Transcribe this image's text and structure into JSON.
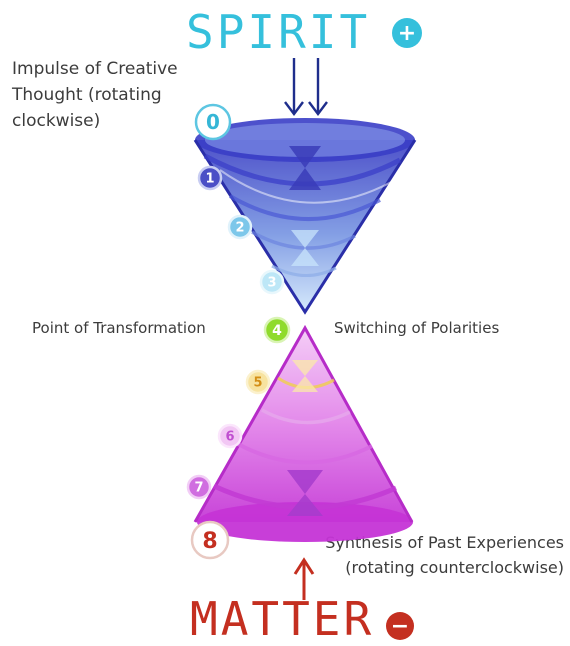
{
  "top": {
    "word": "SPIRIT",
    "sign": "+"
  },
  "bottom": {
    "word": "MATTER",
    "sign": "−"
  },
  "labels": {
    "impulse": "Impulse of Creative Thought (rotating clockwise)",
    "point": "Point of Transformation",
    "switching": "Switching of Polarities",
    "synthesis": "Synthesis of Past Experiences (rotating counterclockwise)"
  },
  "stages": [
    "0",
    "1",
    "2",
    "3",
    "4",
    "5",
    "6",
    "7",
    "8"
  ],
  "colors": {
    "spirit_text": "#35c0dc",
    "matter_text": "#c42f20",
    "upper_cone": "#3b3fc8",
    "lower_cone": "#d23fe0",
    "arrow_down": "#1f2e8c",
    "arrow_up": "#c42f20"
  }
}
